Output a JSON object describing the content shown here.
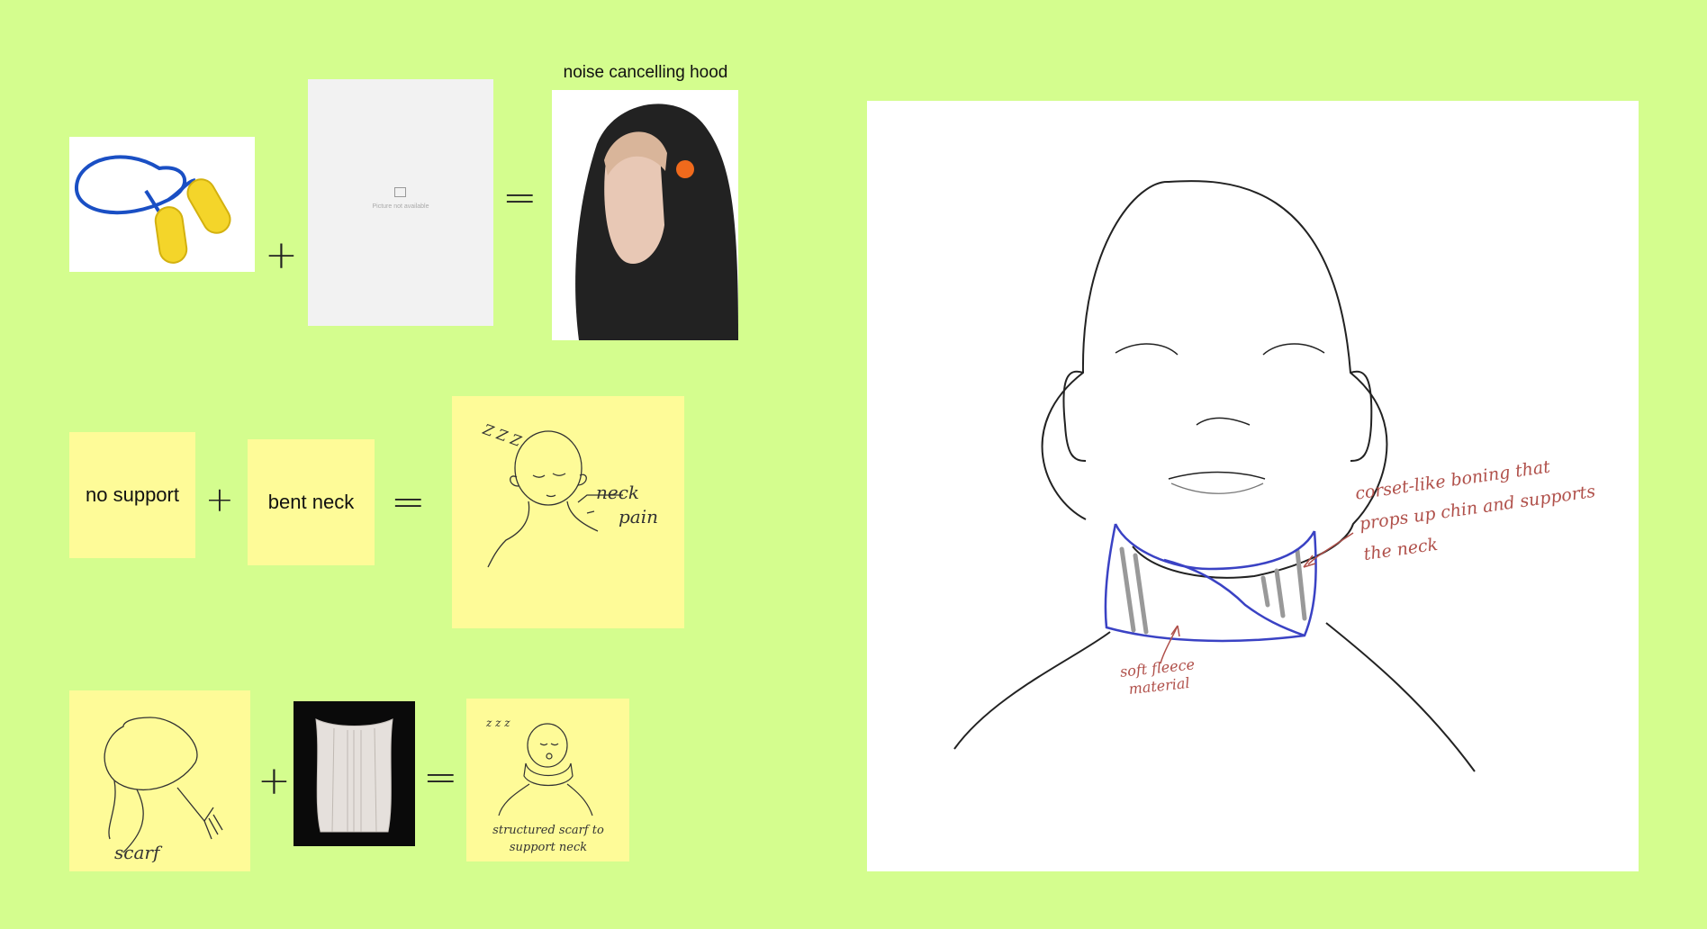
{
  "row1": {
    "plus": "+",
    "equals": "=",
    "placeholder_text": "Picture not available",
    "hood_label": "noise cancelling hood"
  },
  "row2": {
    "note1": "no support",
    "plus": "+",
    "note2": "bent neck",
    "equals": "=",
    "sketch_zzz": "Z Z Z",
    "sketch_label_line1": "neck",
    "sketch_label_line2": "pain"
  },
  "row3": {
    "scarf_label": "scarf",
    "plus": "+",
    "equals": "=",
    "sketch_zzz": "z z z",
    "caption_line1": "structured scarf to",
    "caption_line2": "support neck"
  },
  "main_sketch": {
    "annotation_boning": [
      "corset-like boning that",
      "props up chin and supports",
      "the neck"
    ],
    "annotation_fleece": [
      "soft fleece",
      "material"
    ]
  },
  "colors": {
    "background": "#d4fd8e",
    "sticky": "#fefb98",
    "annotation": "#b0504a",
    "collar": "#3a42c4"
  }
}
